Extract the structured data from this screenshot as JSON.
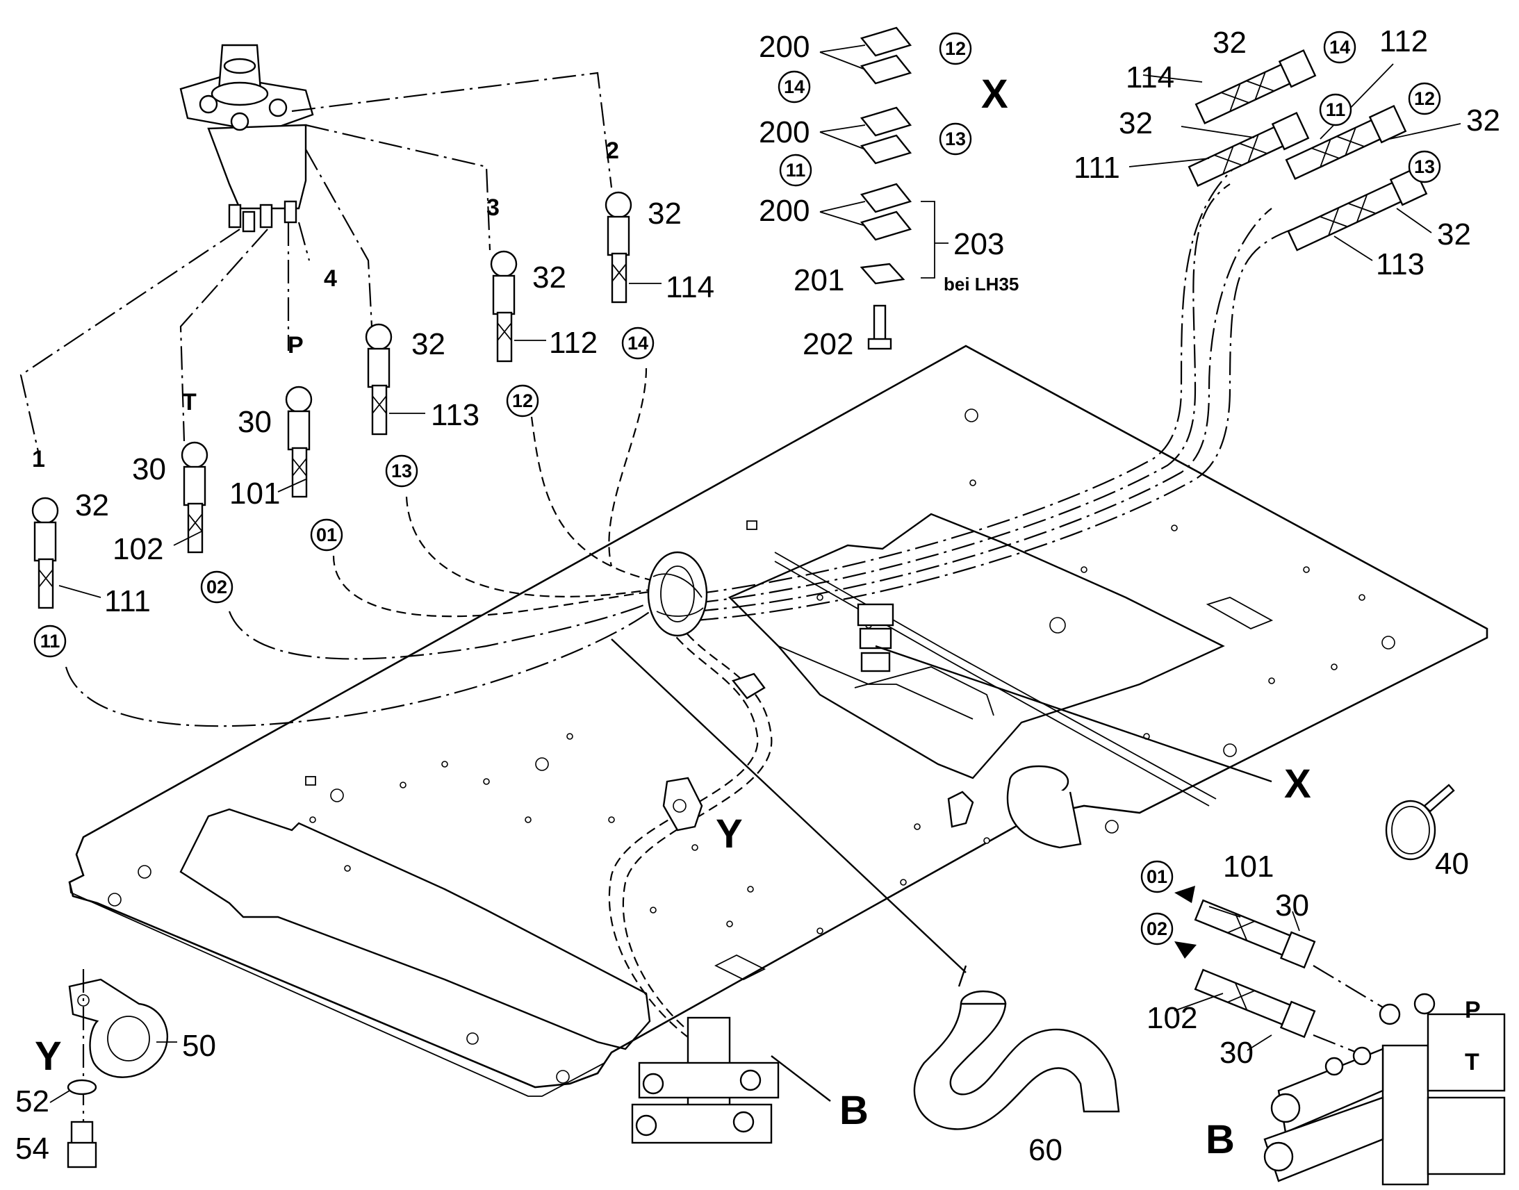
{
  "figure": {
    "view_labels": {
      "x": "X",
      "y": "Y",
      "b": "B"
    },
    "note": "bei LH35",
    "ports": [
      "1",
      "T",
      "P",
      "4",
      "3",
      "2"
    ],
    "end_markers": [
      "P",
      "T"
    ],
    "circled_ids": [
      "11",
      "02",
      "01",
      "13",
      "12",
      "14"
    ],
    "part_numbers": {
      "nut_32": "32",
      "nut_30": "30",
      "hose_111": "111",
      "hose_102": "102",
      "hose_101": "101",
      "hose_113": "113",
      "hose_112": "112",
      "hose_114": "114",
      "clamp_half_200": "200",
      "plate_201": "201",
      "screw_202": "202",
      "clamp_set_203": "203",
      "cable_tie_40": "40",
      "clamp_50": "50",
      "washer_52": "52",
      "screw_54": "54",
      "corrugated_hose_60": "60"
    }
  }
}
